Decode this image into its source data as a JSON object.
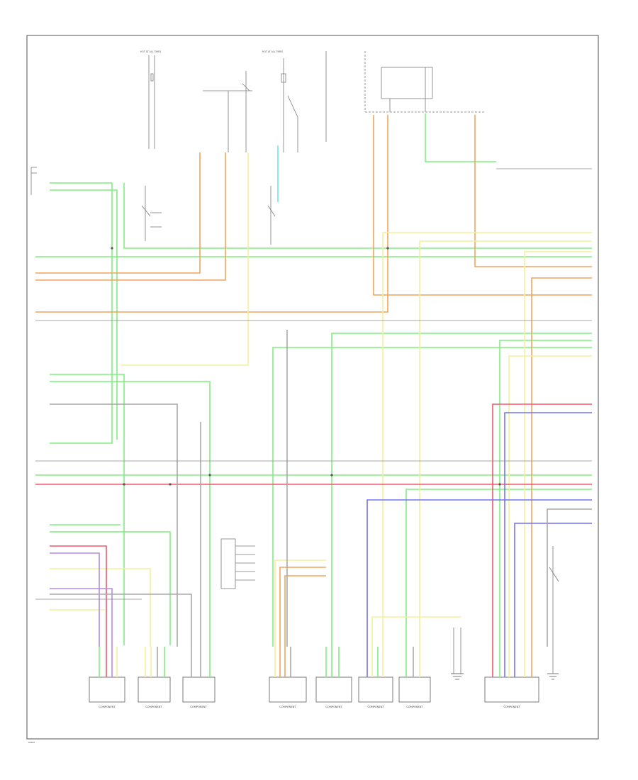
{
  "diagram": {
    "figure_id": "W0000",
    "colors": {
      "frame": "#6d6d6d",
      "thin": "#7a7a7a",
      "green": "#7ef07e",
      "orange": "#f3a35c",
      "yellow": "#f2f29a",
      "red": "#f05a6a",
      "blue": "#7373f0",
      "violet": "#b48af0",
      "gray": "#a8a8a8",
      "cyan": "#6fe8f0"
    },
    "fuse_labels": [
      "HOT AT ALL TIMES",
      "HOT AT ALL TIMES"
    ],
    "bottom_components": [
      {
        "label": "COMPONENT"
      },
      {
        "label": "COMPONENT"
      },
      {
        "label": "COMPONENT"
      },
      {
        "label": "COMPONENT"
      },
      {
        "label": "COMPONENT"
      },
      {
        "label": "COMPONENT"
      },
      {
        "label": "COMPONENT"
      },
      {
        "label": "COMPONENT"
      }
    ]
  }
}
